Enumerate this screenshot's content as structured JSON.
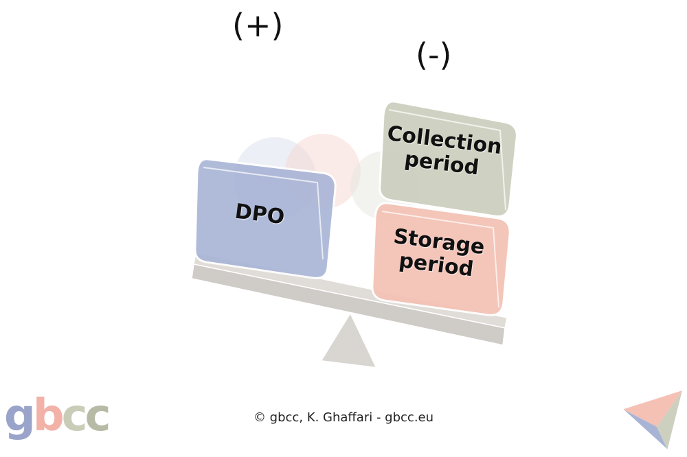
{
  "signs": {
    "plus": "(+)",
    "minus": "(-)"
  },
  "boxes": {
    "dpo": {
      "label": "DPO",
      "color": "#a8b4d6"
    },
    "collection": {
      "label_line1": "Collection",
      "label_line2": "period",
      "color": "#cdd0bf"
    },
    "storage": {
      "label_line1": "Storage",
      "label_line2": "period",
      "color": "#f4c1b4"
    }
  },
  "colors": {
    "beam": "#d9d5d1",
    "fulcrum": "#d9d5d1"
  },
  "footer": {
    "copyright": "© gbcc, K. Ghaffari - gbcc.eu"
  },
  "logo": {
    "g": "g",
    "b": "b",
    "c1": "c",
    "c2": "c"
  },
  "icons": {
    "corner": "triangle-arrow-icon",
    "watermark": "gbcc-watermark-logo"
  }
}
